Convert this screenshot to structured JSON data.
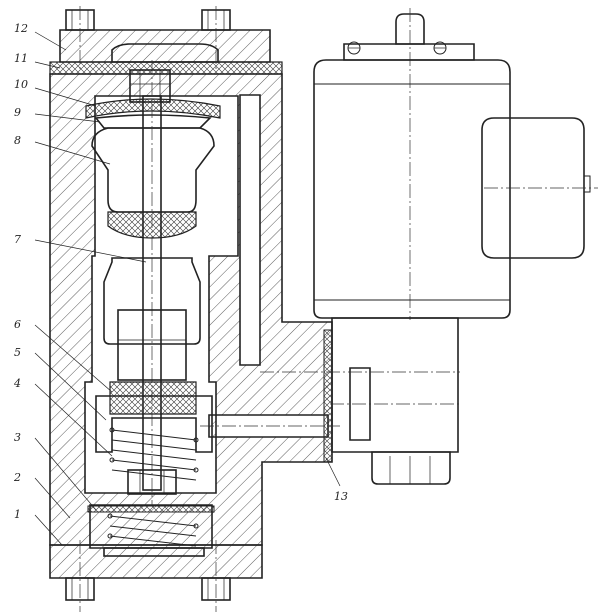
{
  "drawing": {
    "subject": "solenoid valve cross-section",
    "callouts": [
      {
        "id": "c1",
        "text": "1"
      },
      {
        "id": "c2",
        "text": "2"
      },
      {
        "id": "c3",
        "text": "3"
      },
      {
        "id": "c4",
        "text": "4"
      },
      {
        "id": "c5",
        "text": "5"
      },
      {
        "id": "c6",
        "text": "6"
      },
      {
        "id": "c7",
        "text": "7"
      },
      {
        "id": "c8",
        "text": "8"
      },
      {
        "id": "c9",
        "text": "9"
      },
      {
        "id": "c10",
        "text": "10"
      },
      {
        "id": "c11",
        "text": "11"
      },
      {
        "id": "c12",
        "text": "12"
      },
      {
        "id": "c13",
        "text": "13"
      }
    ]
  }
}
